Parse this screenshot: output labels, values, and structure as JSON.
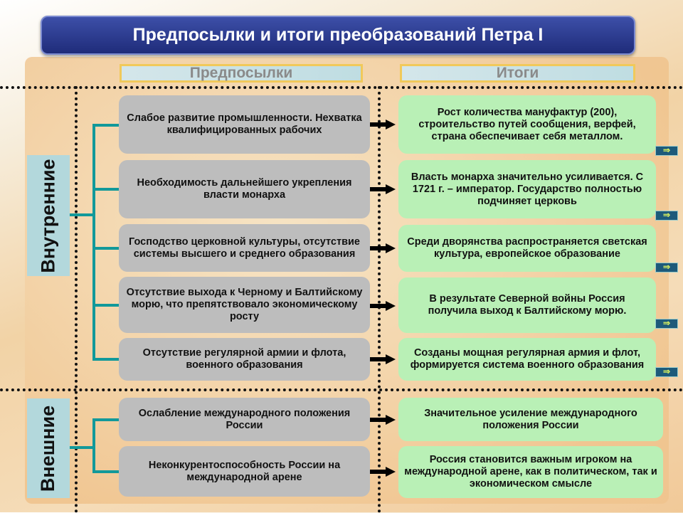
{
  "title": "Предпосылки и итоги преобразований Петра I",
  "headers": {
    "causes": "Предпосылки",
    "results": "Итоги"
  },
  "groups": {
    "internal": "Внутренние",
    "external": "Внешние"
  },
  "rows": [
    {
      "cause": "Слабое развитие промышленности. Нехватка квалифицированных рабочих",
      "result": "Рост количества мануфактур (200), строительство путей сообщения, верфей, страна обеспечивает себя металлом."
    },
    {
      "cause": "Необходимость дальнейшего укрепления власти монарха",
      "result": "Власть монарха значительно усиливается. С 1721 г. – император. Государство полностью подчиняет церковь"
    },
    {
      "cause": "Господство церковной культуры, отсутствие системы высшего и среднего образования",
      "result": "Среди дворянства распространяется светская культура, европейское образование"
    },
    {
      "cause": "Отсутствие выхода к Черному и Балтийскому морю, что препятствовало экономическому росту",
      "result": "В результате Северной войны Россия получила выход к Балтийскому морю."
    },
    {
      "cause": "Отсутствие регулярной армии и флота, военного образования",
      "result": "Созданы мощная регулярная армия и флот, формируется система военного образования"
    },
    {
      "cause": "Ослабление международного положения  России",
      "result": "Значительное усиление международного положения России"
    },
    {
      "cause": "Неконкурентоспособность России на международной арене",
      "result": "Россия становится важным игроком на международной арене, как в политическом, так и экономическом смысле"
    }
  ],
  "nav_icon": "⇒"
}
